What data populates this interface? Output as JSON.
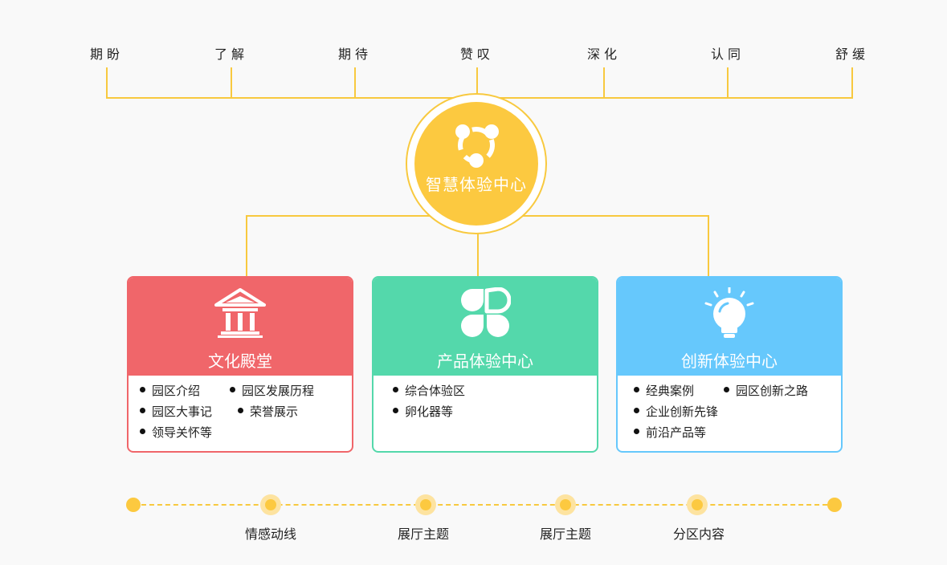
{
  "colors": {
    "accent": "#fcc940",
    "line": "#f8c93f",
    "red": "#f0666a",
    "green": "#54d8ab",
    "blue": "#66c8fc"
  },
  "stages": [
    "期盼",
    "了解",
    "期待",
    "赞叹",
    "深化",
    "认同",
    "舒缓"
  ],
  "hub": {
    "title": "智慧体验中心",
    "icon": "share-network-icon"
  },
  "cards": [
    {
      "title": "文化殿堂",
      "icon": "museum-icon",
      "items": [
        "园区介绍",
        "园区发展历程",
        "园区大事记",
        "荣誉展示",
        "领导关怀等"
      ]
    },
    {
      "title": "产品体验中心",
      "icon": "clover-app-icon",
      "items": [
        "综合体验区",
        "卵化器等"
      ]
    },
    {
      "title": "创新体验中心",
      "icon": "lightbulb-icon",
      "items": [
        "经典案例",
        "园区创新之路",
        "企业创新先锋",
        "前沿产品等"
      ]
    }
  ],
  "timeline": [
    "情感动线",
    "展厅主题",
    "展厅主题",
    "分区内容"
  ]
}
